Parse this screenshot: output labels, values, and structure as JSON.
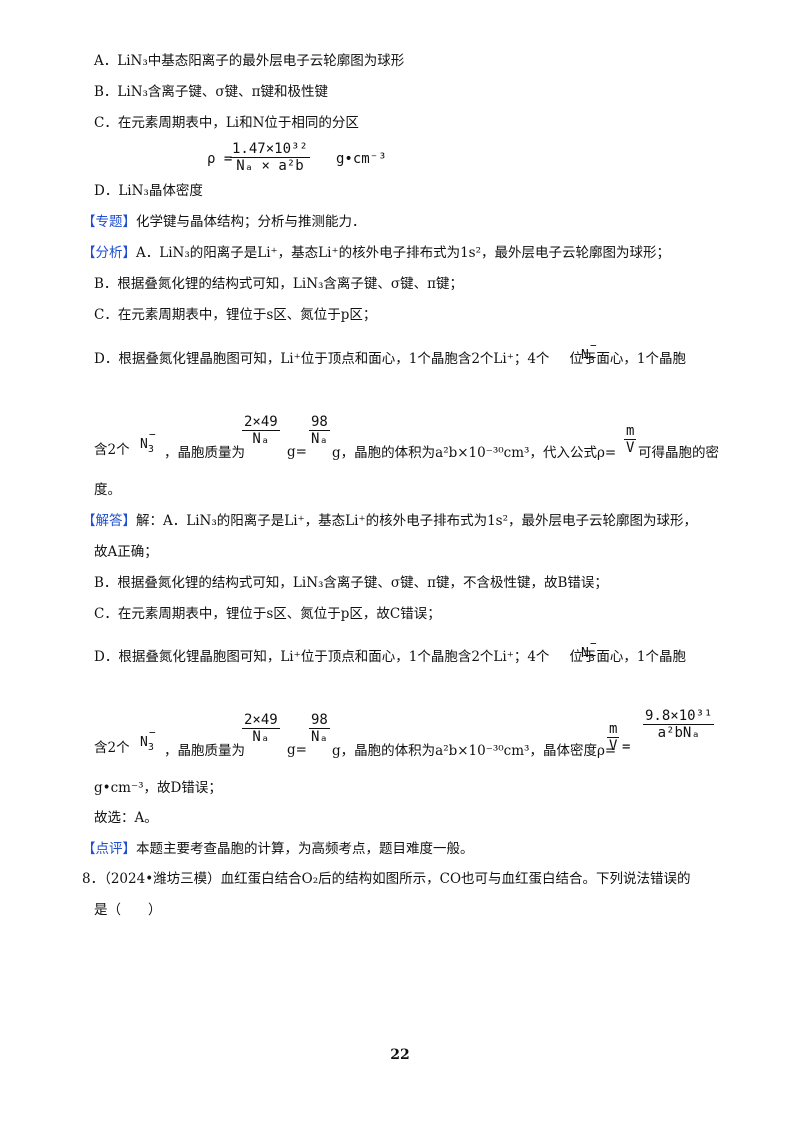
{
  "options": {
    "a": "A．LiN₃中基态阳离子的最外层电子云轮廓图为球形",
    "b": "B．LiN₃含离子键、σ键、π键和极性键",
    "c": "C．在元素周期表中，Li和N位于相同的分区",
    "d_prefix": "D．LiN₃晶体密度",
    "d_rho": "ρ =",
    "d_num": "1.47×10³²",
    "d_den": "Nₐ × a²b",
    "d_unit": "g•cm⁻³"
  },
  "zhuanti": {
    "tag": "【专题】",
    "text": "化学键与晶体结构；分析与推测能力．"
  },
  "fenxi": {
    "tag": "【分析】",
    "a": "A．LiN₃的阳离子是Li⁺，基态Li⁺的核外电子排布式为1s²，最外层电子云轮廓图为球形；",
    "b": "B．根据叠氮化锂的结构式可知，LiN₃含离子键、σ键、π键；",
    "c": "C．在元素周期表中，锂位于s区、氮位于p区；",
    "d1_a": "D．根据叠氮化锂晶胞图可知，Li⁺位于顶点和面心，1个晶胞含2个Li⁺；4个",
    "d1_b": "位于面心，1个晶胞",
    "d2_a": "含2个",
    "d2_b": "，晶胞质量为",
    "d2_g": "g=",
    "d2_c": "g，晶胞的体积为a²b×10⁻³⁰cm³，代入公式ρ=",
    "d2_d": "可得晶胞的密",
    "d3": "度。",
    "frac1_num": "2×49",
    "frac1_den": "Nₐ",
    "frac2_num": "98",
    "frac2_den": "Nₐ",
    "frac3_num": "m",
    "frac3_den": "V"
  },
  "jieda": {
    "tag": "【解答】",
    "a1": "解：A．LiN₃的阳离子是Li⁺，基态Li⁺的核外电子排布式为1s²，最外层电子云轮廓图为球形，",
    "a2": "故A正确；",
    "b": "B．根据叠氮化锂的结构式可知，LiN₃含离子键、σ键、π键，不含极性键，故B错误；",
    "c": "C．在元素周期表中，锂位于s区、氮位于p区，故C错误；",
    "d1_a": "D．根据叠氮化锂晶胞图可知，Li⁺位于顶点和面心，1个晶胞含2个Li⁺；4个",
    "d1_b": "位于面心，1个晶胞",
    "d2_a": "含2个",
    "d2_b": "，晶胞质量为",
    "d2_g": "g=",
    "d2_c": "g，晶胞的体积为a²b×10⁻³⁰cm³，晶体密度ρ=",
    "d2_eq": "=",
    "d3": "g•cm⁻³，故D错误；",
    "final": "故选：A。",
    "frac1_num": "2×49",
    "frac1_den": "Nₐ",
    "frac2_num": "98",
    "frac2_den": "Nₐ",
    "frac3_num": "m",
    "frac3_den": "V",
    "frac4_num": "9.8×10³¹",
    "frac4_den": "a²bNₐ"
  },
  "dianping": {
    "tag": "【点评】",
    "text": "本题主要考查晶胞的计算，为高频考点，题目难度一般。"
  },
  "q8": {
    "line1": "8．（2024•潍坊三模）血红蛋白结合O₂后的结构如图所示，CO也可与血红蛋白结合。下列说法错误的",
    "line2": "是（　　）"
  },
  "ion": {
    "base": "N",
    "sub": "3",
    "charge": "−"
  },
  "page_number": "22"
}
